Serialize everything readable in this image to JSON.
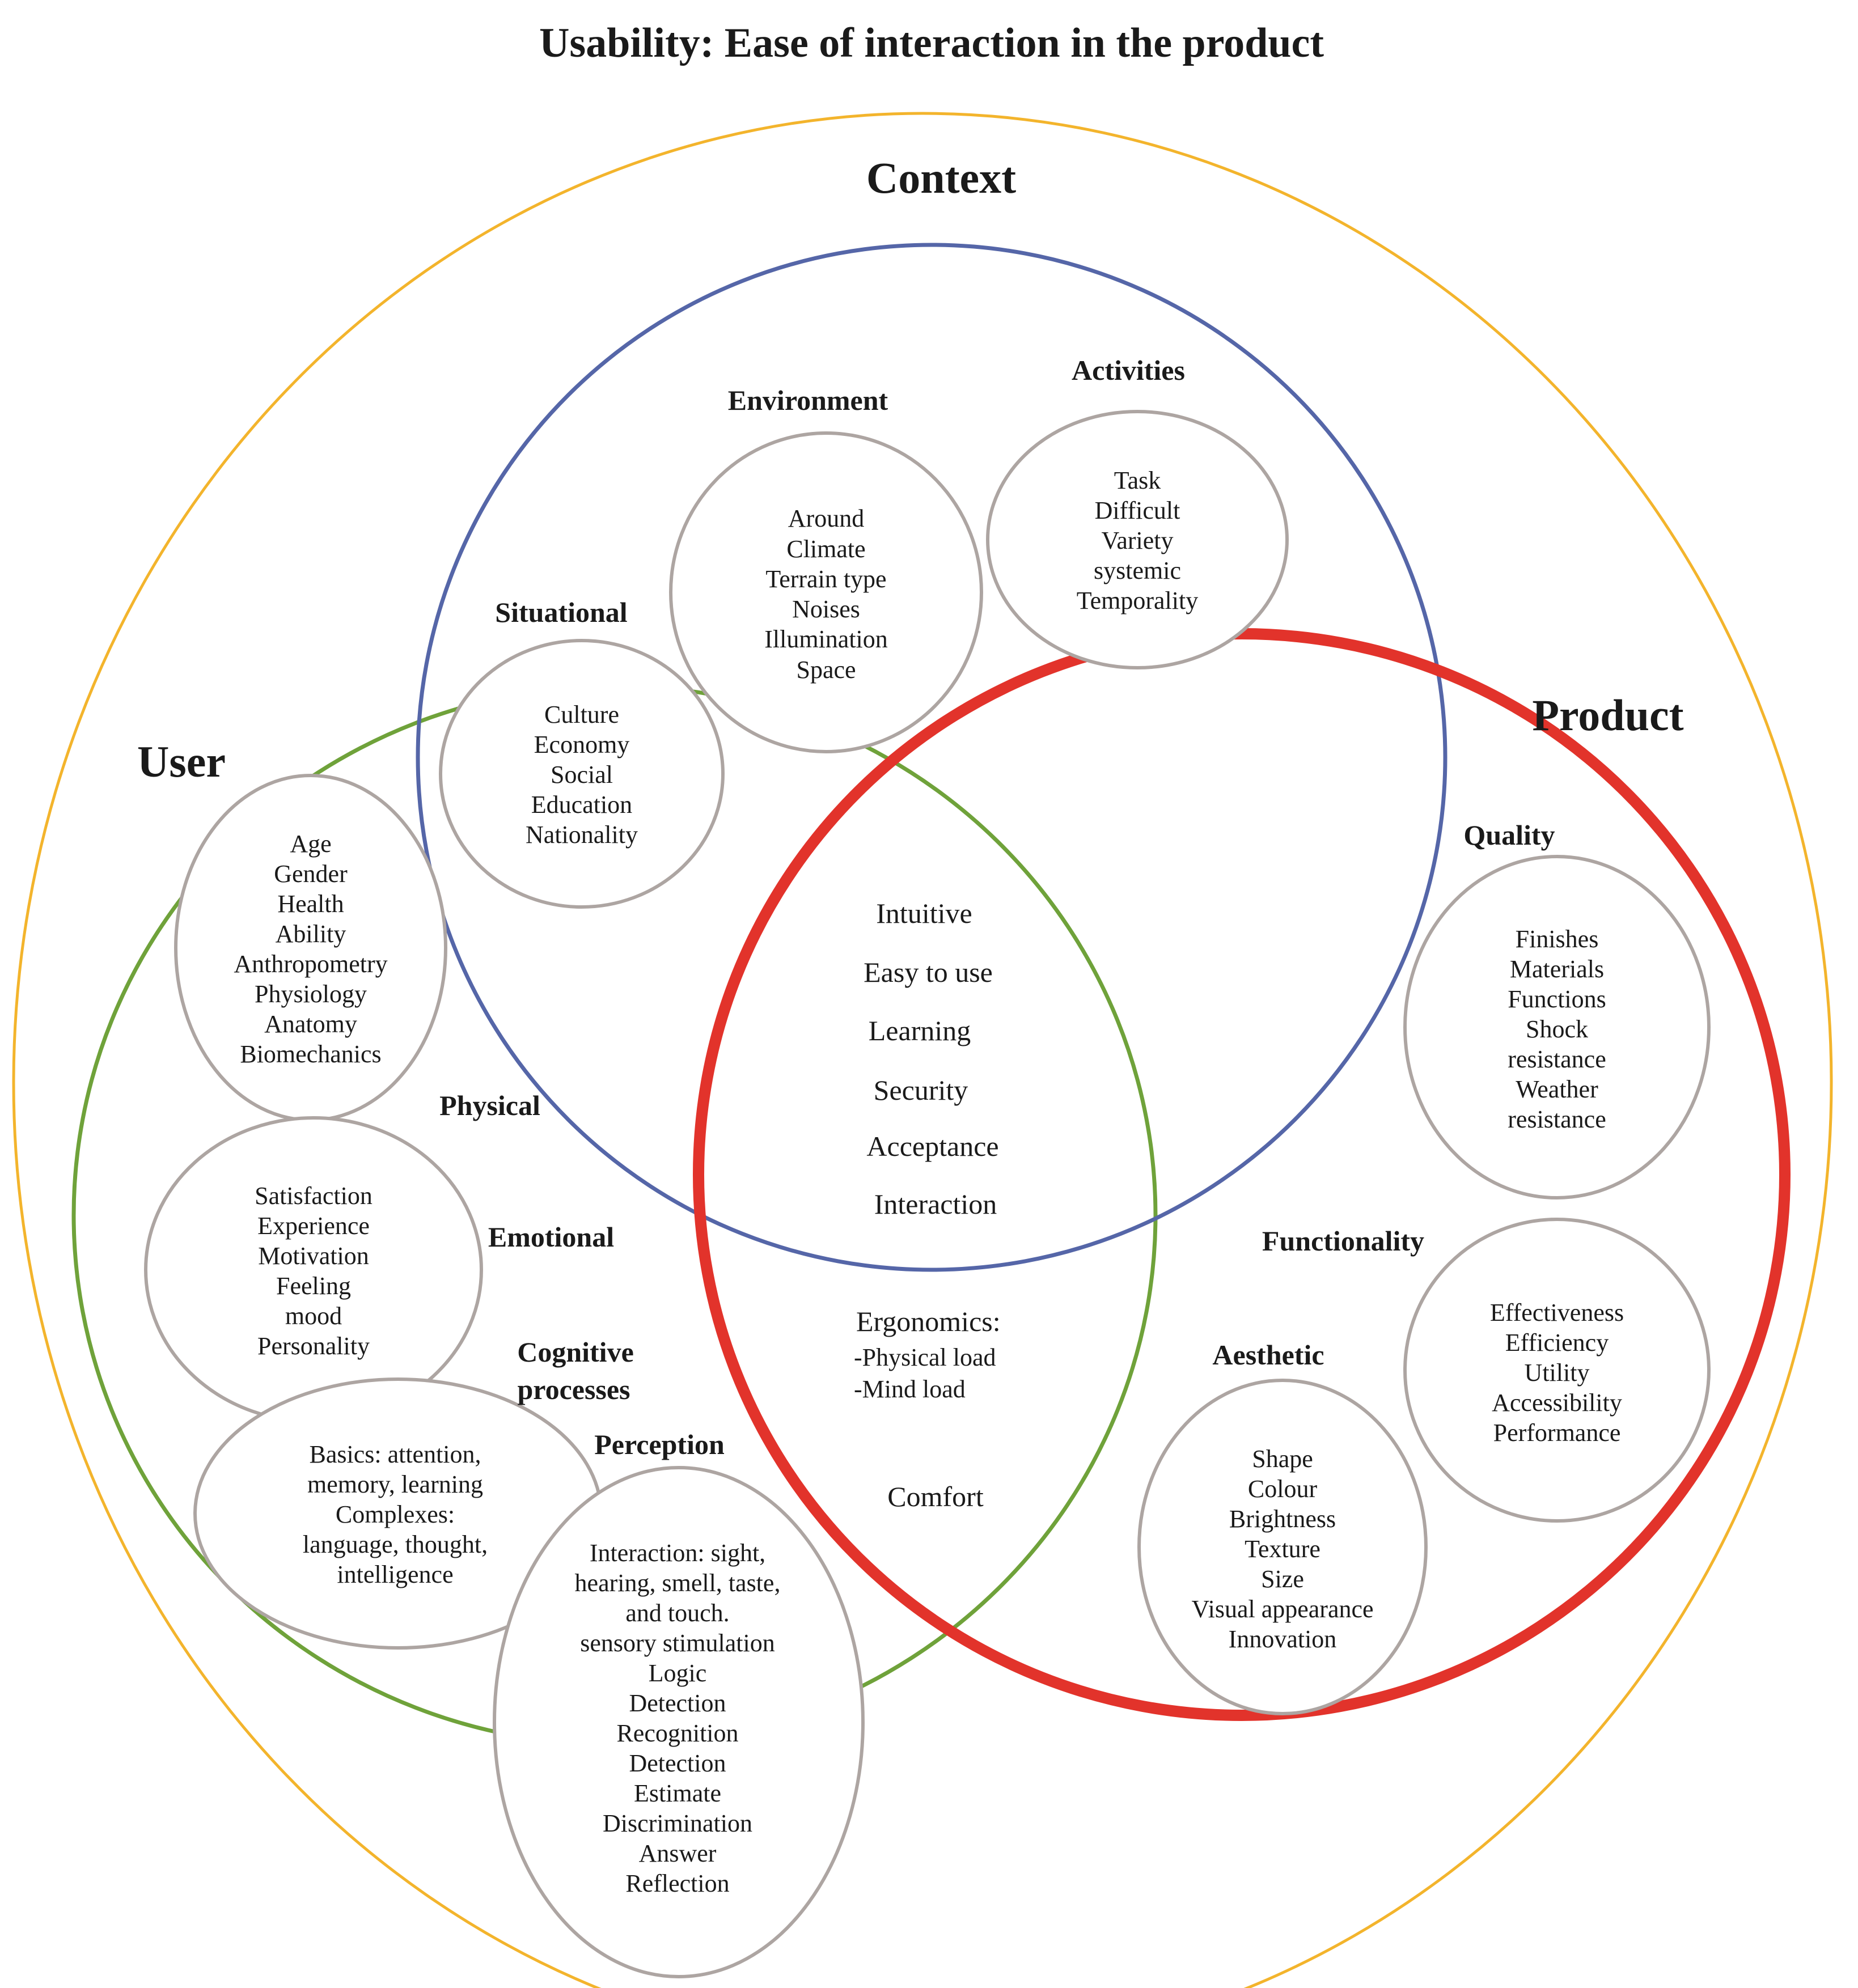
{
  "title": "Usability: Ease of interaction in the product",
  "colors": {
    "outer_circle": "#F3B42C",
    "context_circle": "#5566A8",
    "user_circle": "#6FA23A",
    "product_circle": "#E2332B",
    "bubble": "#ADA5A2"
  },
  "domains": {
    "context": "Context",
    "user": "User",
    "product": "Product"
  },
  "groups": {
    "environment": {
      "label": "Environment",
      "items": [
        "Around",
        "Climate",
        "Terrain type",
        "Noises",
        "Illumination",
        "Space"
      ]
    },
    "activities": {
      "label": "Activities",
      "items": [
        "Task",
        "Difficult",
        "Variety",
        "systemic",
        "Temporality"
      ]
    },
    "situational": {
      "label": "Situational",
      "items": [
        "Culture",
        "Economy",
        "Social",
        "Education",
        "Nationality"
      ]
    },
    "physical": {
      "label": "Physical",
      "items": [
        "Age",
        "Gender",
        "Health",
        "Ability",
        "Anthropometry",
        "Physiology",
        "Anatomy",
        "Biomechanics"
      ]
    },
    "emotional": {
      "label": "Emotional",
      "items": [
        "Satisfaction",
        "Experience",
        "Motivation",
        "Feeling",
        "mood",
        "Personality"
      ]
    },
    "cognitive": {
      "label_lines": [
        "Cognitive",
        "processes"
      ],
      "items": [
        "Basics: attention,",
        "memory, learning",
        "Complexes:",
        "language, thought,",
        "intelligence"
      ]
    },
    "perception": {
      "label": "Perception",
      "items": [
        "Interaction: sight,",
        "hearing, smell, taste,",
        "and touch.",
        "sensory stimulation",
        "Logic",
        "Detection",
        "Recognition",
        "Detection",
        "Estimate",
        "Discrimination",
        "Answer",
        "Reflection"
      ]
    },
    "quality": {
      "label": "Quality",
      "items": [
        "Finishes",
        "Materials",
        "Functions",
        "Shock",
        "resistance",
        "Weather",
        "resistance"
      ]
    },
    "functionality": {
      "label": "Functionality",
      "items": [
        "Effectiveness",
        "Efficiency",
        "Utility",
        "Accessibility",
        "Performance"
      ]
    },
    "aesthetic": {
      "label": "Aesthetic",
      "items": [
        "Shape",
        "Colour",
        "Brightness",
        "Texture",
        "Size",
        "Visual appearance",
        "Innovation"
      ]
    }
  },
  "center": {
    "items": [
      "Intuitive",
      "Easy to use",
      "Learning",
      "Security",
      "Acceptance",
      "Interaction"
    ],
    "ergonomics": [
      "Ergonomics:",
      "-Physical load",
      "-Mind load"
    ],
    "comfort": "Comfort"
  }
}
